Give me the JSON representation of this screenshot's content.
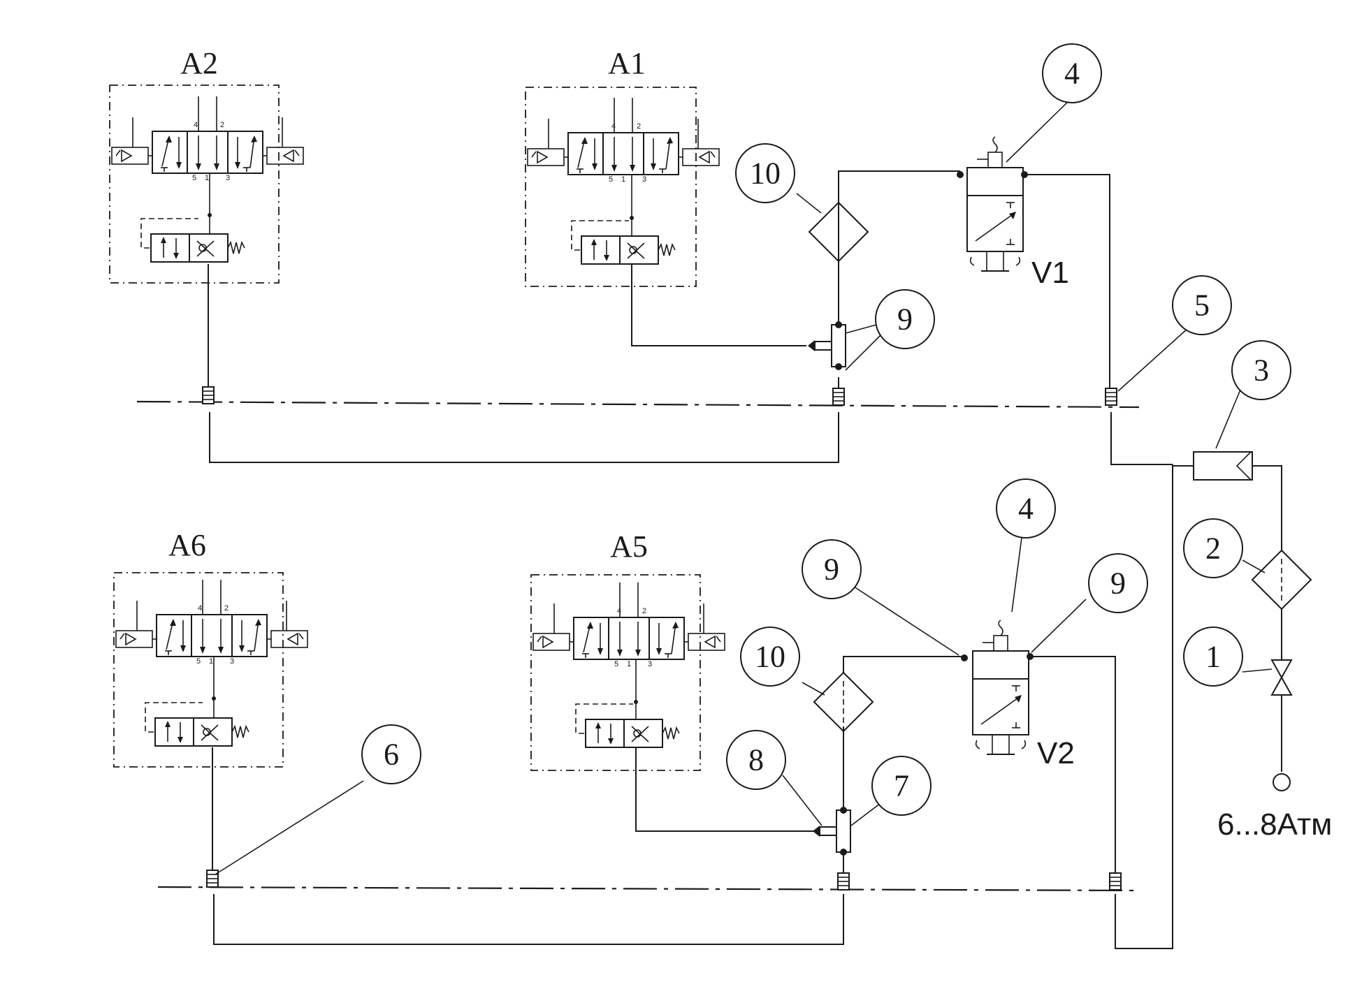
{
  "diagram": {
    "groups": {
      "a2": "A2",
      "a1": "A1",
      "a6": "A6",
      "a5": "A5"
    },
    "valves": {
      "v1": "V1",
      "v2": "V2"
    },
    "supply_label": "6...8Атм",
    "port_numbers": {
      "p4": "4",
      "p2": "2",
      "p5": "5",
      "p1": "1",
      "p3": "3"
    },
    "callouts": {
      "c1": "1",
      "c2": "2",
      "c3": "3",
      "c4_top": "4",
      "c4_bottom": "4",
      "c5": "5",
      "c6": "6",
      "c7": "7",
      "c8": "8",
      "c9_top": "9",
      "c9_bottom_left": "9",
      "c9_bottom_right": "9",
      "c10_top": "10",
      "c10_bottom": "10"
    }
  }
}
